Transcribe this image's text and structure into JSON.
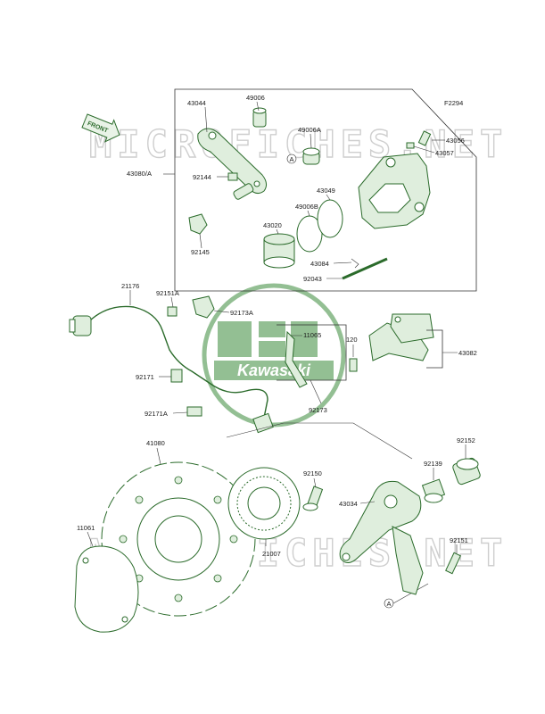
{
  "figure_code": "F2294",
  "front_arrow_label": "FRONT",
  "watermark_text": "MICROFICHES.NET",
  "logo_text": "Kawasaki",
  "ref_a": "A",
  "labels": {
    "p43044": "43044",
    "p49006": "49006",
    "p49006A": "49006A",
    "p43056": "43056",
    "p43057": "43057",
    "p43080A": "43080/A",
    "p92144": "92144",
    "p43049": "43049",
    "p49006B": "49006B",
    "p43020": "43020",
    "p92145": "92145",
    "p43084": "43084",
    "p92043": "92043",
    "p21176": "21176",
    "p92151A": "92151A",
    "p92173A": "92173A",
    "p11065": "11065",
    "p120": "120",
    "p43082": "43082",
    "p92171": "92171",
    "p92173": "92173",
    "p92171A": "92171A",
    "p41080": "41080",
    "p92152": "92152",
    "p92139": "92139",
    "p92150": "92150",
    "p43034": "43034",
    "p11061": "11061",
    "p21007": "21007",
    "p92151": "92151"
  },
  "colors": {
    "part_outline": "#2b6b2b",
    "part_fill": "#dfeedd",
    "logo_green": "#3c8c3c",
    "watermark": "#c9c9c9"
  }
}
